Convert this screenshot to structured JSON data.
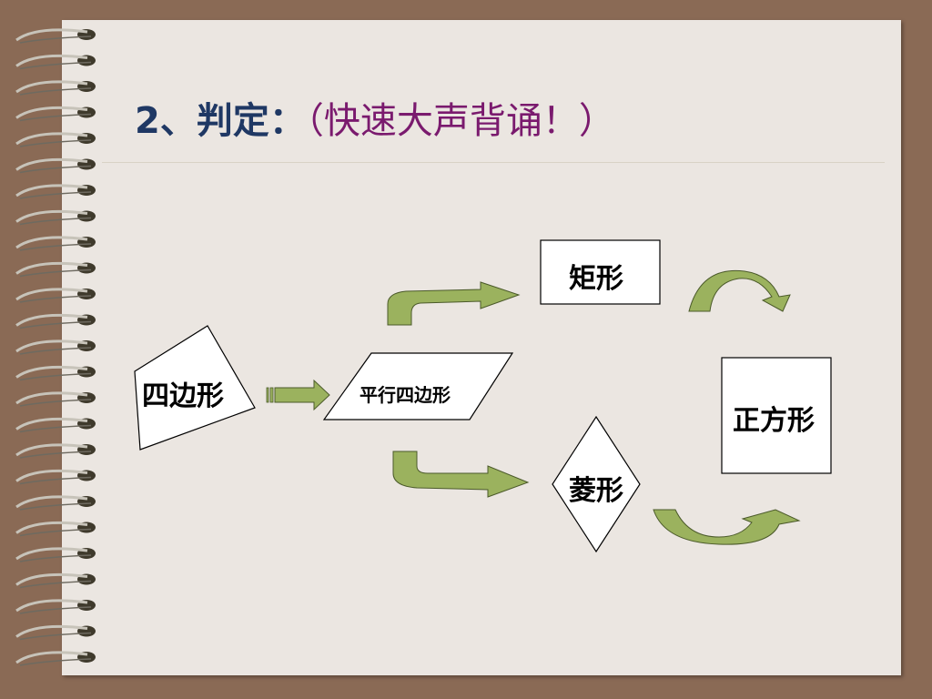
{
  "title": {
    "prefix": "2、判定：",
    "note": "（快速大声背诵！）",
    "prefix_color": "#1f3864",
    "note_color": "#7a1a6e"
  },
  "nodes": {
    "quadrilateral": "四边形",
    "parallelogram": "平行四边形",
    "rectangle": "矩形",
    "rhombus": "菱形",
    "square": "正方形"
  },
  "colors": {
    "background": "#8a6a55",
    "paper": "#ebe6e1",
    "arrow_fill": "#9bb25e",
    "arrow_stroke": "#4b5a2a"
  },
  "decor": {
    "spiral_binding": "spiral-binding"
  }
}
